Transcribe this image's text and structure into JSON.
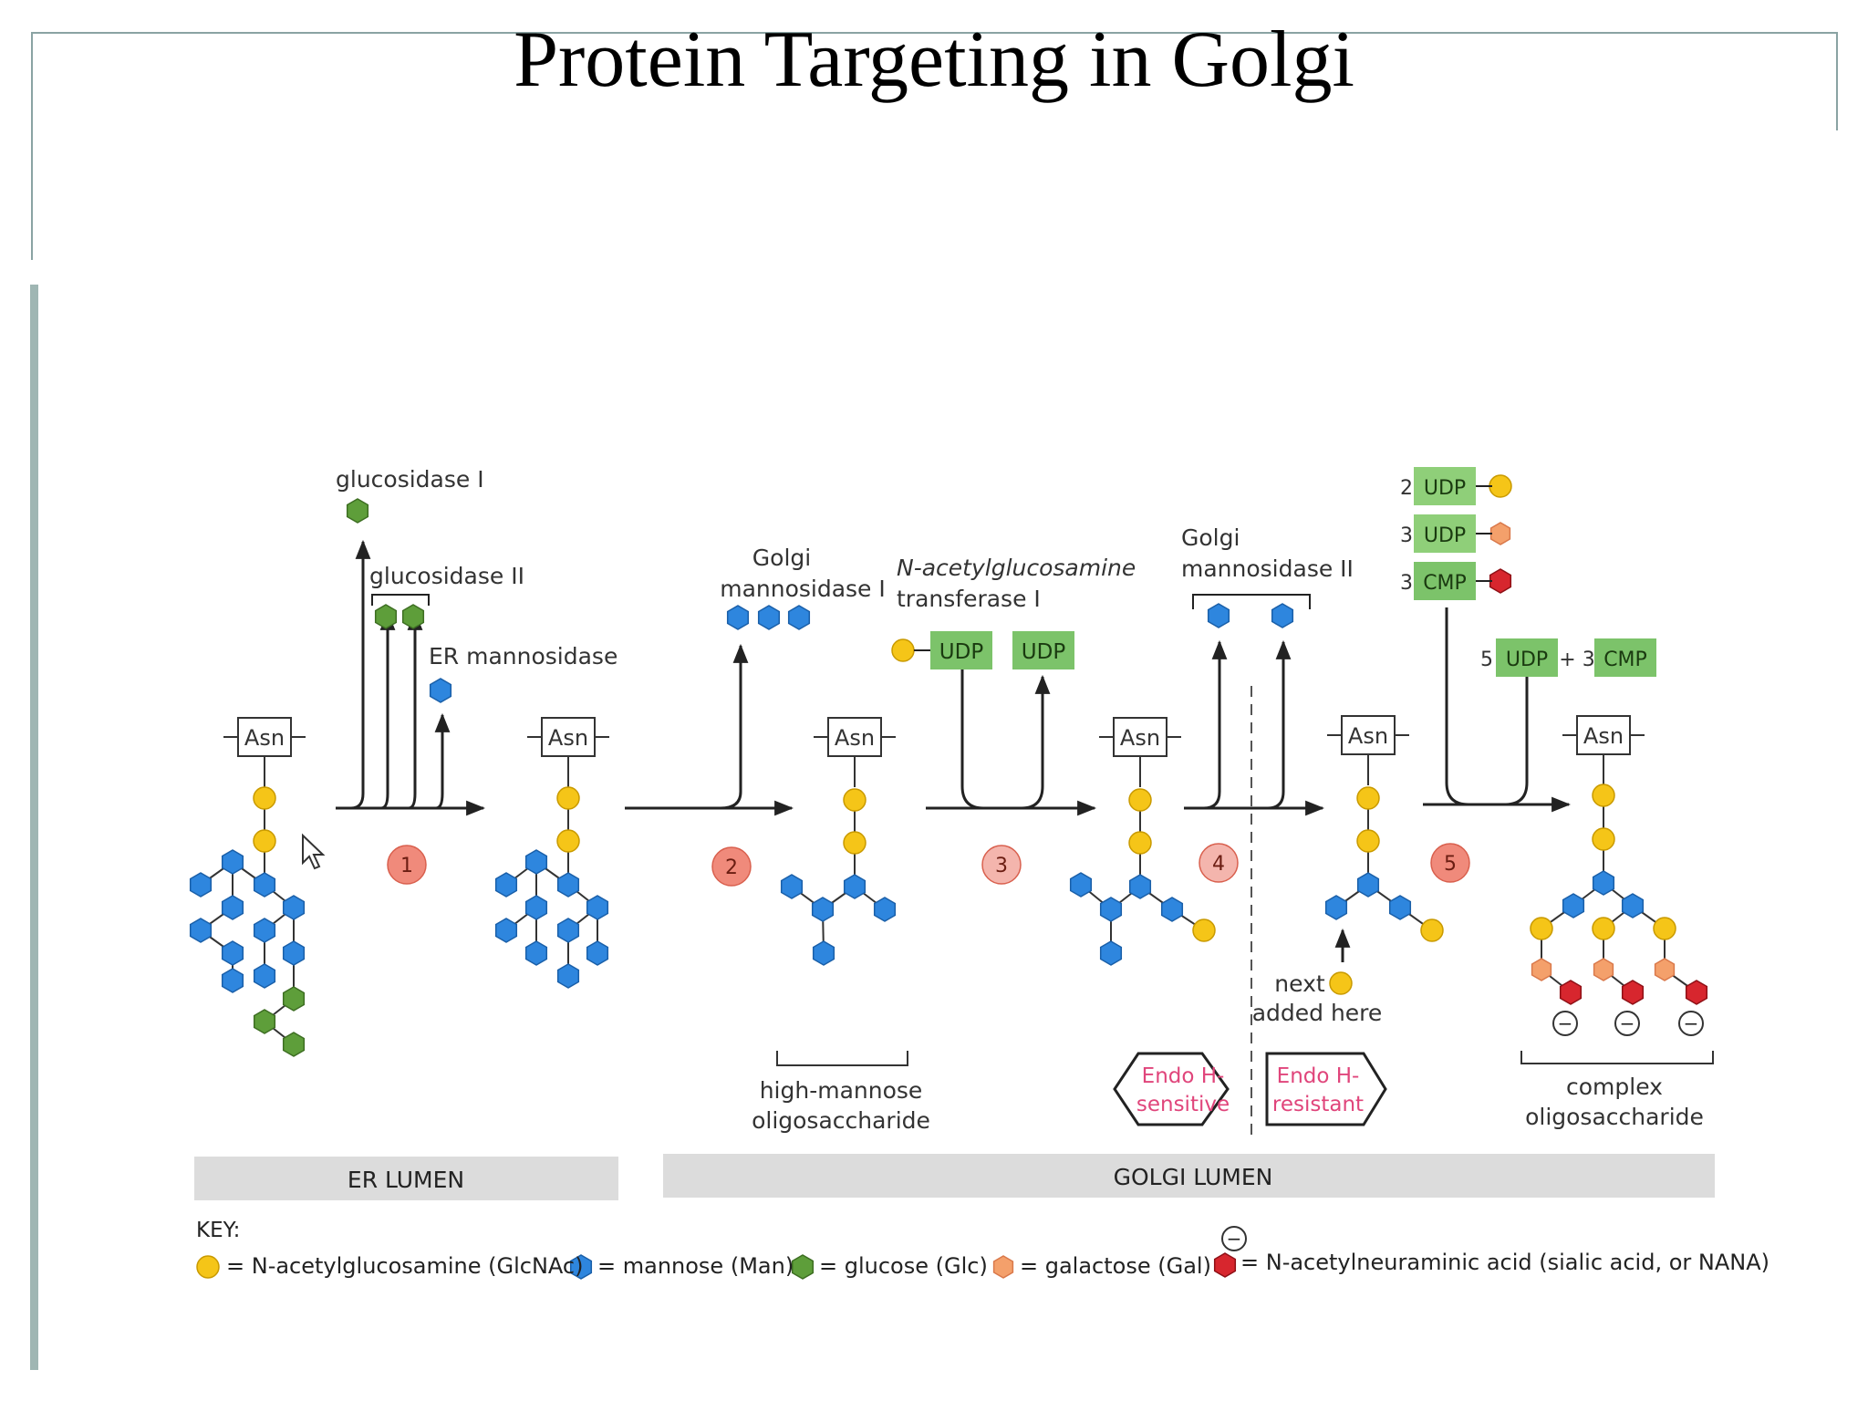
{
  "title": "Protein Targeting in Golgi",
  "colors": {
    "glcnac": "#f5c518",
    "mannose": "#2e86de",
    "glucose": "#5e9e3a",
    "galactose": "#f4a06b",
    "nana": "#d7262e",
    "step_circle": "#f08a7b",
    "donor_box": "#7cc36a",
    "band": "#d9d9d9",
    "endo": "#e0457b"
  },
  "asn_label": "Asn",
  "enzymes": {
    "glucosidase_1": "glucosidase I",
    "glucosidase_2": "glucosidase II",
    "er_mannosidase": "ER mannosidase",
    "golgi_mannosidase_1_line1": "Golgi",
    "golgi_mannosidase_1_line2": "mannosidase I",
    "nag_transferase_line1": "N-acetylglucosamine",
    "nag_transferase_line2": "transferase I",
    "golgi_mannosidase_2_line1": "Golgi",
    "golgi_mannosidase_2_line2": "mannosidase II"
  },
  "donors": {
    "udp": "UDP",
    "cmp": "CMP",
    "count_2": "2",
    "count_3a": "3",
    "count_3b": "3",
    "out_5": "5",
    "out_plus3": "+ 3"
  },
  "steps": [
    "1",
    "2",
    "3",
    "4",
    "5"
  ],
  "labels": {
    "high_mannose_line1": "high-mannose",
    "high_mannose_line2": "oligosaccharide",
    "complex_line1": "complex",
    "complex_line2": "oligosaccharide",
    "next_line1": "next",
    "next_line2": "added here",
    "endo_sensitive_line1": "Endo H-",
    "endo_sensitive_line2": "sensitive",
    "endo_resistant_line1": "Endo H-",
    "endo_resistant_line2": "resistant",
    "minus": "−"
  },
  "regions": {
    "er_lumen": "ER LUMEN",
    "golgi_lumen": "GOLGI LUMEN"
  },
  "key": {
    "heading": "KEY:",
    "glcnac": "= N-acetylglucosamine (GlcNAc)",
    "mannose": "= mannose (Man)",
    "glucose": "= glucose (Glc)",
    "galactose": "= galactose (Gal)",
    "nana": "= N-acetylneuraminic acid (sialic acid, or NANA)"
  }
}
